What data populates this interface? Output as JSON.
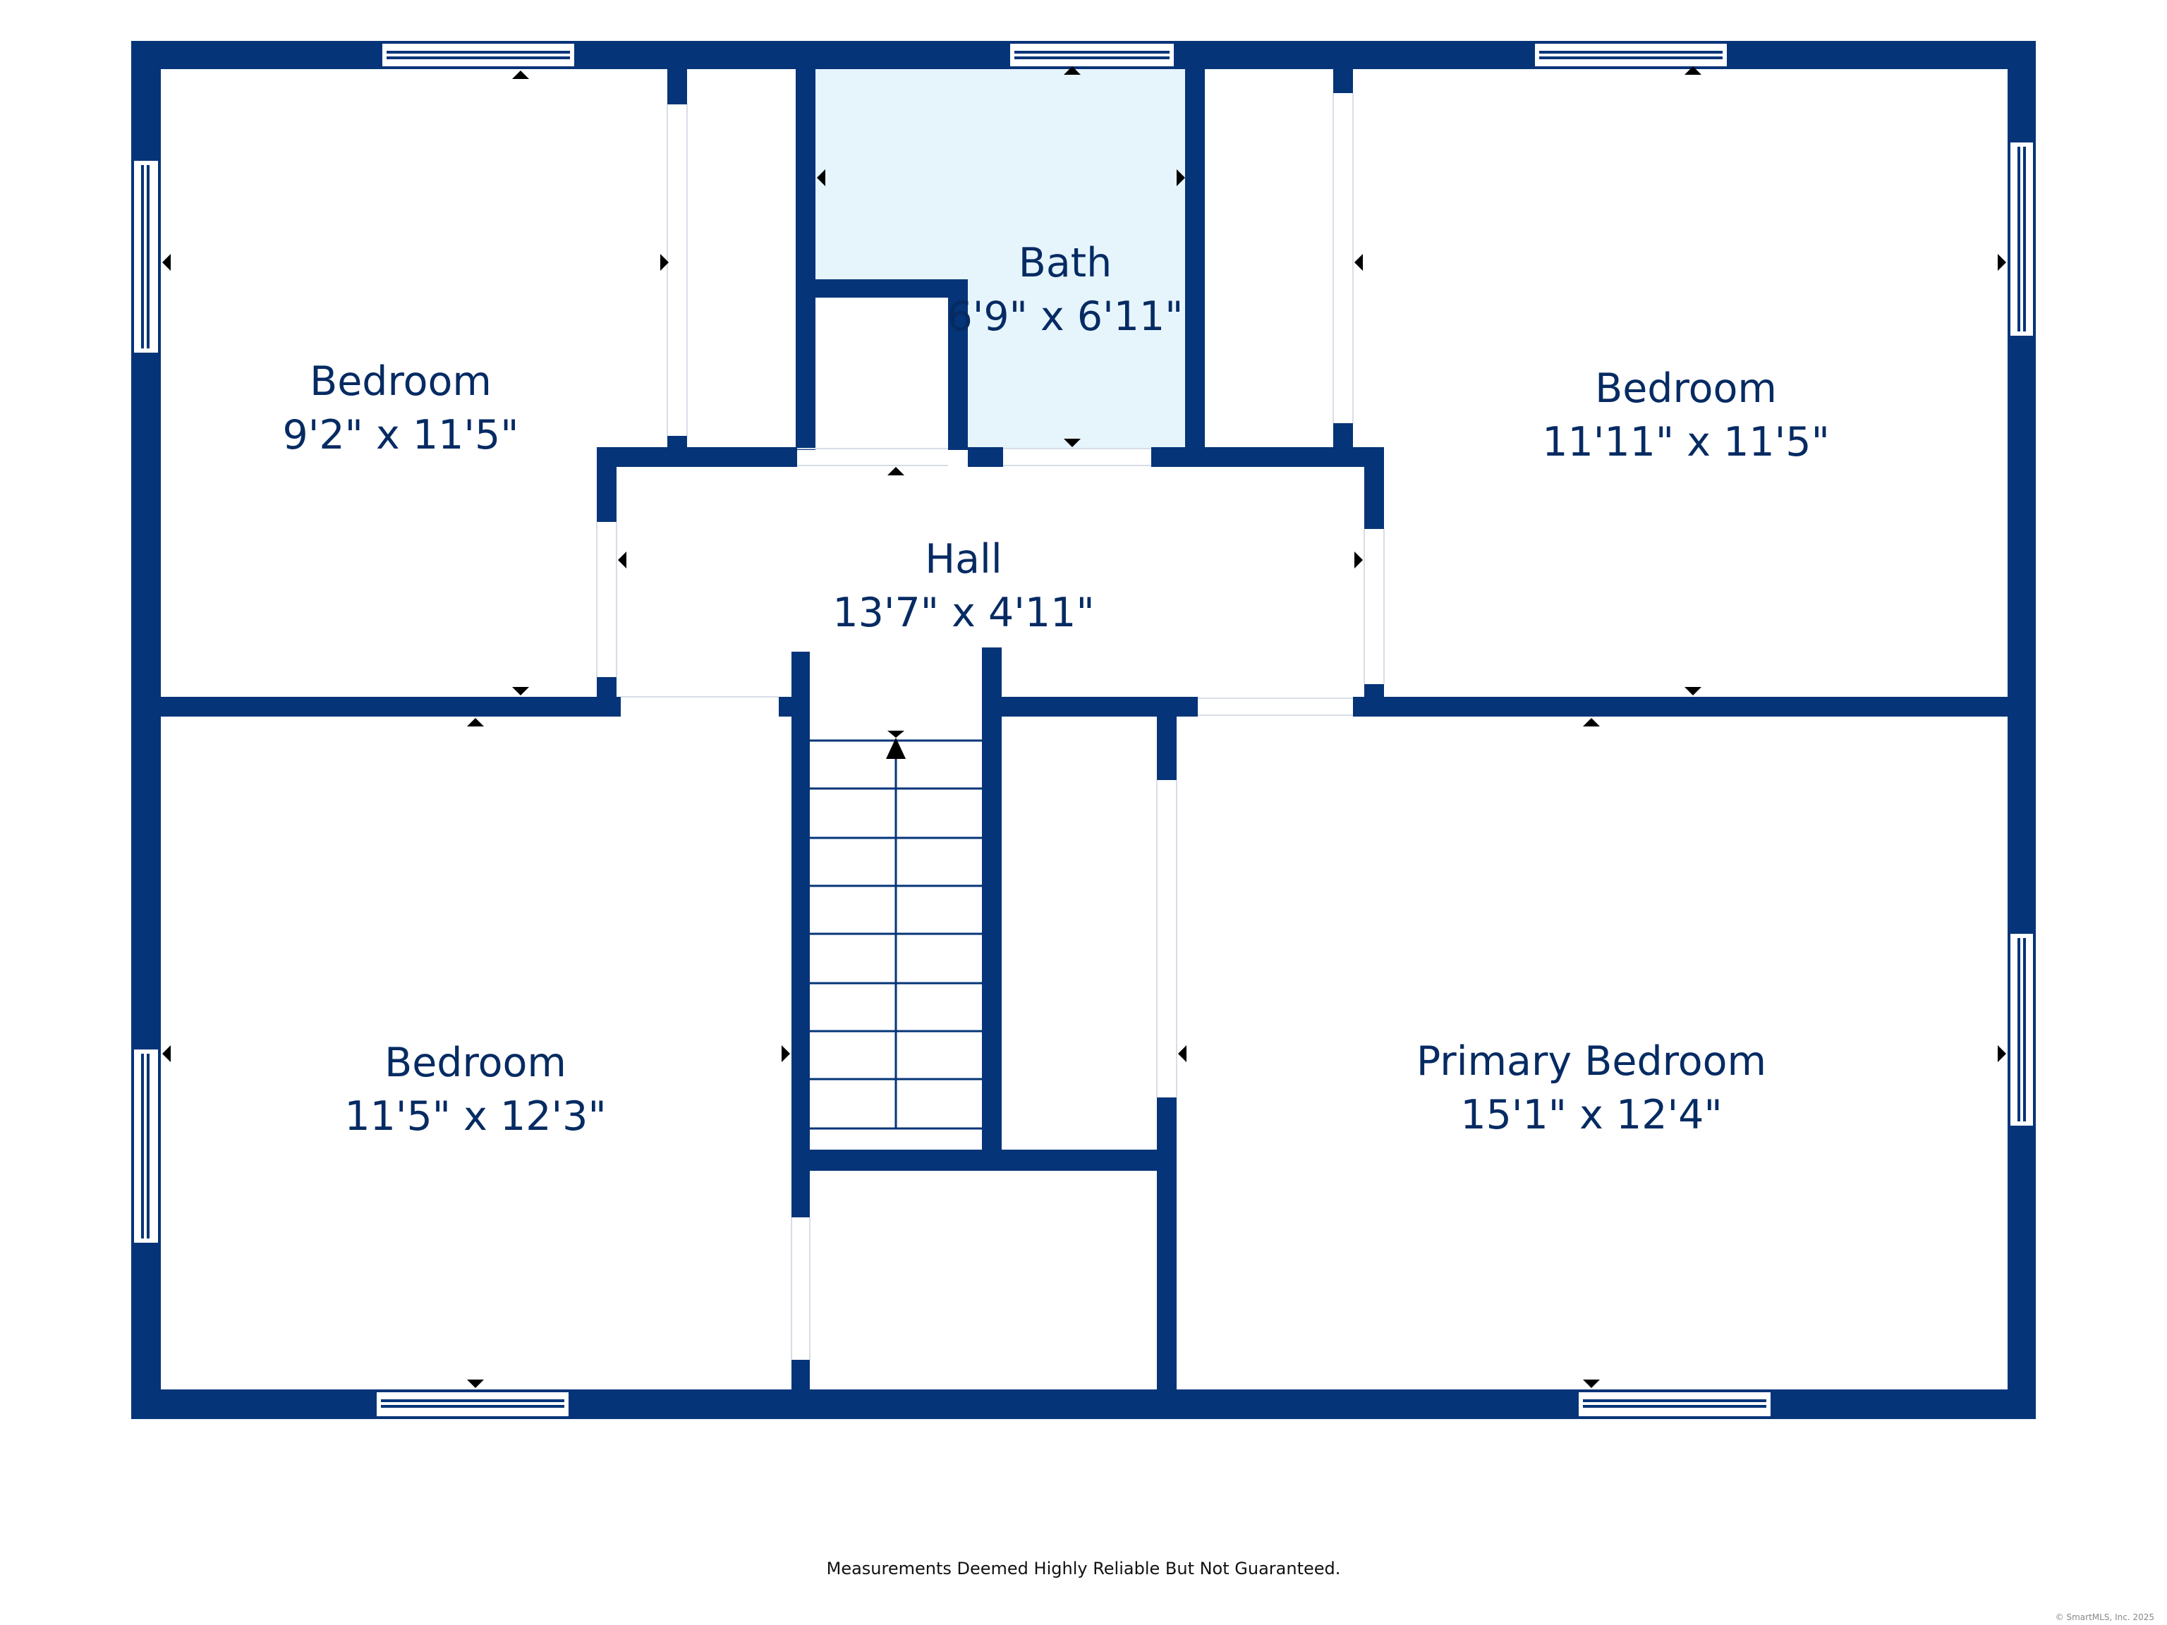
{
  "plan": {
    "wall_color": "#053478",
    "bath_fill": "#e6f4fc",
    "rooms": [
      {
        "id": "bath",
        "name": "Bath",
        "dims": "6'9\" x 6'11\""
      },
      {
        "id": "bedroom-nw",
        "name": "Bedroom",
        "dims": "9'2\" x 11'5\""
      },
      {
        "id": "bedroom-ne",
        "name": "Bedroom",
        "dims": "11'11\" x 11'5\""
      },
      {
        "id": "hall",
        "name": "Hall",
        "dims": "13'7\" x 4'11\""
      },
      {
        "id": "bedroom-sw",
        "name": "Bedroom",
        "dims": "11'5\" x 12'3\""
      },
      {
        "id": "primary-bedroom",
        "name": "Primary Bedroom",
        "dims": "15'1\" x 12'4\""
      }
    ]
  },
  "footer": {
    "disclaimer": "Measurements Deemed Highly Reliable But Not Guaranteed.",
    "copyright": "© SmartMLS, Inc. 2025"
  }
}
